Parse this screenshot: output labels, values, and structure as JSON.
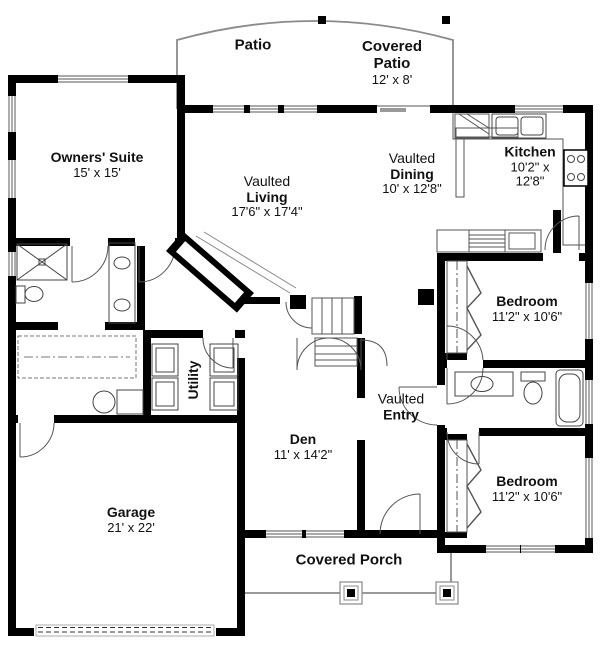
{
  "colors": {
    "wall": "#000000",
    "thin_line": "#555555",
    "gray_line": "#999999",
    "background": "#ffffff"
  },
  "rooms": {
    "patio": {
      "name": "Patio"
    },
    "covered_patio": {
      "line1": "Covered",
      "line2": "Patio",
      "dims": "12' x 8'"
    },
    "owners_suite": {
      "name": "Owners' Suite",
      "dims": "15' x 15'"
    },
    "living": {
      "prefix": "Vaulted",
      "name": "Living",
      "dims": "17'6\" x 17'4\""
    },
    "dining": {
      "prefix": "Vaulted",
      "name": "Dining",
      "dims": "10' x 12'8\""
    },
    "kitchen": {
      "name": "Kitchen",
      "dims_line1": "10'2\" x",
      "dims_line2": "12'8\""
    },
    "bedroom_upper": {
      "name": "Bedroom",
      "dims": "11'2\" x 10'6\""
    },
    "bedroom_lower": {
      "name": "Bedroom",
      "dims": "11'2\" x 10'6\""
    },
    "utility": {
      "name": "Utility"
    },
    "den": {
      "name": "Den",
      "dims": "11' x 14'2\""
    },
    "entry": {
      "prefix": "Vaulted",
      "name": "Entry"
    },
    "garage": {
      "name": "Garage",
      "dims": "21' x 22'"
    },
    "porch": {
      "name": "Covered Porch"
    }
  }
}
